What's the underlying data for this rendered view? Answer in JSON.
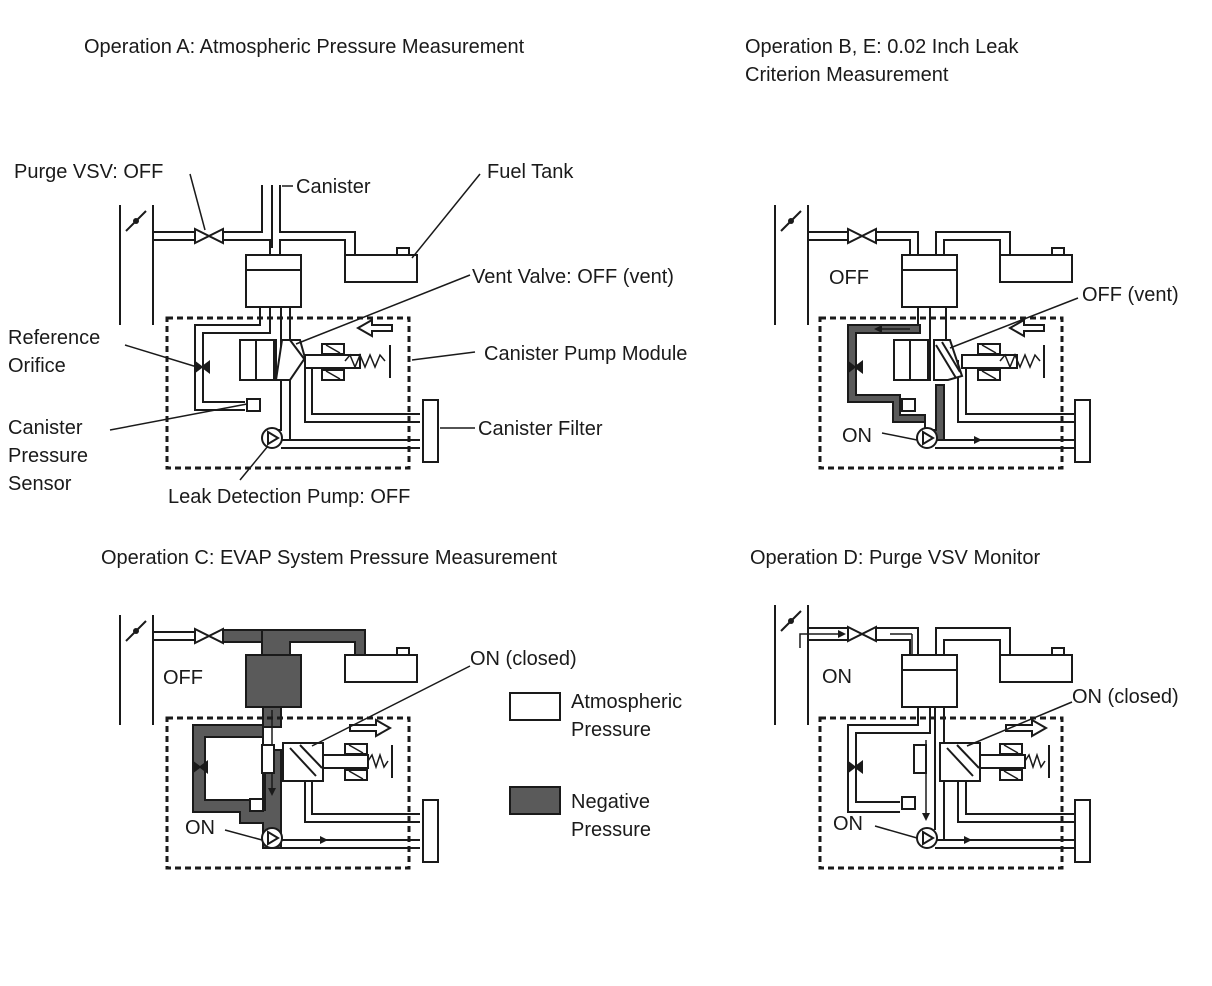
{
  "panel_a": {
    "title": "Operation A: Atmospheric Pressure Measurement",
    "purge_vsv": "Purge VSV: OFF",
    "canister": "Canister",
    "fuel_tank": "Fuel Tank",
    "vent_valve": "Vent Valve: OFF (vent)",
    "reference_orifice_1": "Reference",
    "reference_orifice_2": "Orifice",
    "canister_pump_module": "Canister Pump Module",
    "canister_filter": "Canister Filter",
    "pressure_sensor_1": "Canister",
    "pressure_sensor_2": "Pressure",
    "pressure_sensor_3": "Sensor",
    "leak_pump": "Leak Detection Pump: OFF"
  },
  "panel_b": {
    "title_1": "Operation B, E: 0.02 Inch Leak",
    "title_2": "Criterion Measurement",
    "vsv": "OFF",
    "vent": "OFF (vent)",
    "pump": "ON"
  },
  "panel_c": {
    "title": "Operation C: EVAP System Pressure Measurement",
    "vsv": "OFF",
    "vent": "ON (closed)",
    "pump": "ON"
  },
  "panel_d": {
    "title": "Operation D: Purge VSV Monitor",
    "vsv": "ON",
    "vent": "ON (closed)",
    "pump": "ON"
  },
  "legend": {
    "atmospheric_1": "Atmospheric",
    "atmospheric_2": "Pressure",
    "negative_1": "Negative",
    "negative_2": "Pressure",
    "atmospheric_color": "#ffffff",
    "negative_color": "#5a5a5a"
  }
}
